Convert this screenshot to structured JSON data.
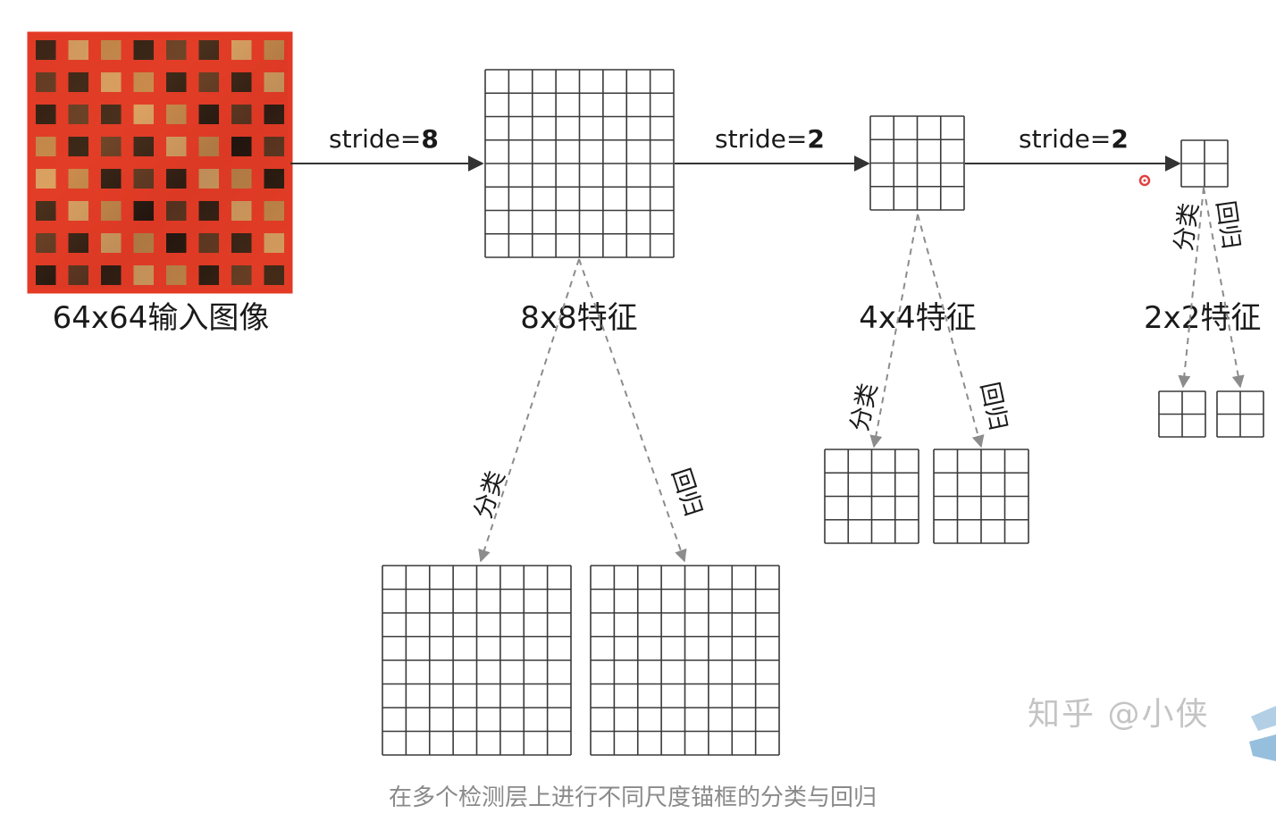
{
  "input": {
    "label": "64x64输入图像",
    "highlight_color": "#e33a25"
  },
  "strides": [
    {
      "key": "stride=",
      "value": "8"
    },
    {
      "key": "stride=",
      "value": "2"
    },
    {
      "key": "stride=",
      "value": "2"
    }
  ],
  "features": [
    {
      "label": "8x8特征",
      "grid": 8
    },
    {
      "label": "4x4特征",
      "grid": 4
    },
    {
      "label": "2x2特征",
      "grid": 2
    }
  ],
  "branches": {
    "classify": "分类",
    "regress": "回归"
  },
  "caption": "在多个检测层上进行不同尺度锚框的分类与回归",
  "watermark": "知乎 @小侠",
  "colors": {
    "grid_line": "#3a3a3a",
    "arrow": "#333333",
    "dashed": "#8c8c8c",
    "pointer": "#e04040"
  }
}
